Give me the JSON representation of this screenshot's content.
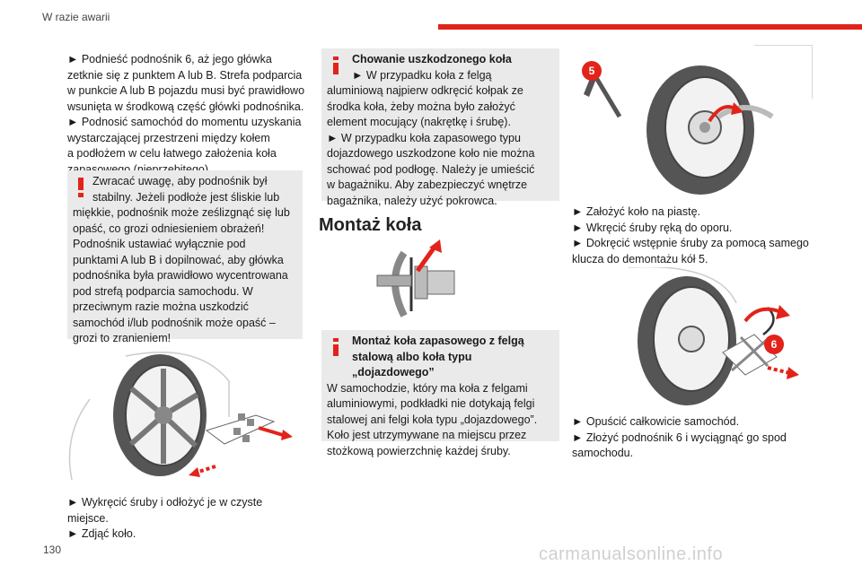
{
  "header": {
    "section": "W razie awarii",
    "page_number": "130"
  },
  "watermark": "carmanualsonline.info",
  "col1": {
    "intro_lines": [
      "► Podnieść podnośnik 6, aż jego główka",
      "zetknie się z punktem A lub B. Strefa podparcia",
      "w punkcie A lub B pojazdu musi być prawidłowo",
      "wsunięta w środkową część główki podnośnika.",
      "► Podnosić samochód do momentu uzyskania",
      "wystarczającej przestrzeni między kołem",
      "a podłożem w celu łatwego założenia koła",
      "zapasowego (nieprzebitego)."
    ],
    "warning_lines": [
      "Zwracać uwagę, aby podnośnik był",
      "stabilny. Jeżeli podłoże jest śliskie lub",
      "miękkie, podnośnik może ześlizgnąć się lub",
      "opaść, co grozi odniesieniem obrażeń!",
      "Podnośnik ustawiać wyłącznie pod",
      "punktami A lub B i dopilnować, aby główka",
      "podnośnika była prawidłowo wycentrowana",
      "pod strefą podparcia samochodu. W",
      "przeciwnym razie można uszkodzić",
      "samochód i/lub podnośnik może opaść –",
      "grozi to zranieniem!"
    ],
    "after_lines": [
      "► Wykręcić śruby i odłożyć je w czyste miejsce.",
      "► Zdjąć koło."
    ]
  },
  "col2": {
    "info1_title": "Chowanie uszkodzonego koła",
    "info1_lines": [
      "► W przypadku koła z felgą",
      "aluminiową najpierw odkręcić kołpak ze",
      "środka koła, żeby można było założyć",
      "element mocujący (nakrętkę i śrubę).",
      "► W przypadku koła zapasowego typu",
      "dojazdowego uszkodzone koło nie można",
      "schować pod podłogę. Należy je umieścić",
      "w bagażniku. Aby zabezpieczyć wnętrze",
      "bagażnika, należy użyć pokrowca."
    ],
    "section_title": "Montaż koła",
    "info2_title_1": "Montaż koła zapasowego z felgą",
    "info2_title_2": "stalową albo koła typu „dojazdowego”",
    "info2_lines": [
      "W samochodzie, który ma koła z felgami",
      "aluminiowymi, podkładki nie dotykają felgi",
      "stalowej ani felgi koła typu „dojazdowego”.",
      "Koło jest utrzymywane na miejscu przez",
      "stożkową powierzchnię każdej śruby."
    ]
  },
  "col3": {
    "badge_5": "5",
    "steps_a": [
      "► Założyć koło na piastę.",
      "► Wkręcić śruby ręką do oporu.",
      "► Dokręcić wstępnie śruby za pomocą samego",
      "klucza do demontażu kół 5."
    ],
    "badge_6": "6",
    "steps_b": [
      "► Opuścić całkowicie samochód.",
      "► Złożyć podnośnik 6 i wyciągnąć go spod",
      "samochodu."
    ]
  },
  "colors": {
    "accent_red": "#e2231a",
    "box_grey": "#eaeaea"
  }
}
